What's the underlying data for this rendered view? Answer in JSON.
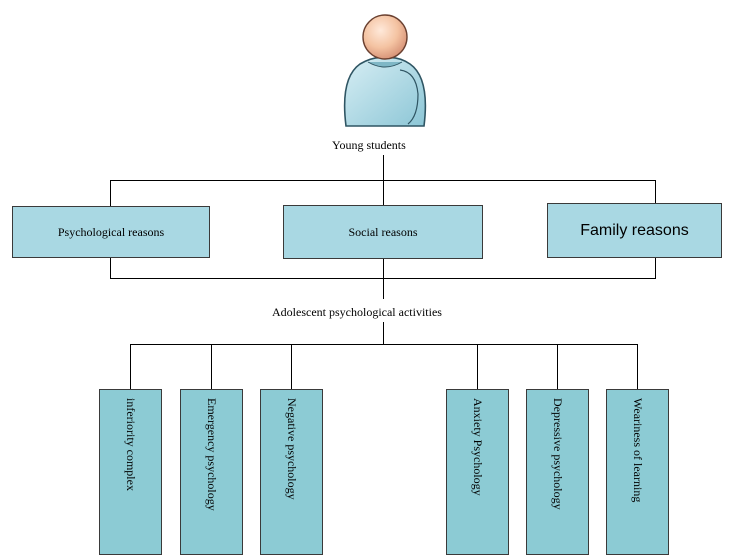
{
  "top": {
    "label": "Young students",
    "icon": "student-person-icon"
  },
  "reasons": [
    {
      "label": "Psychological reasons"
    },
    {
      "label": "Social reasons"
    },
    {
      "label": "Family reasons"
    }
  ],
  "middle": {
    "label": "Adolescent psychological activities"
  },
  "activities": [
    {
      "label": "inferiority complex"
    },
    {
      "label": "Emergency psychology"
    },
    {
      "label": "Negative psychology"
    },
    {
      "label": "Anxiety Psychology"
    },
    {
      "label": "Depressive psychology"
    },
    {
      "label": "Weariness of learning"
    }
  ],
  "colors": {
    "box_fill": "#a9d8e3",
    "vbox_fill": "#8ccbd4",
    "person_shirt": "#b3dde8",
    "person_skin": "#f6c7a8"
  }
}
